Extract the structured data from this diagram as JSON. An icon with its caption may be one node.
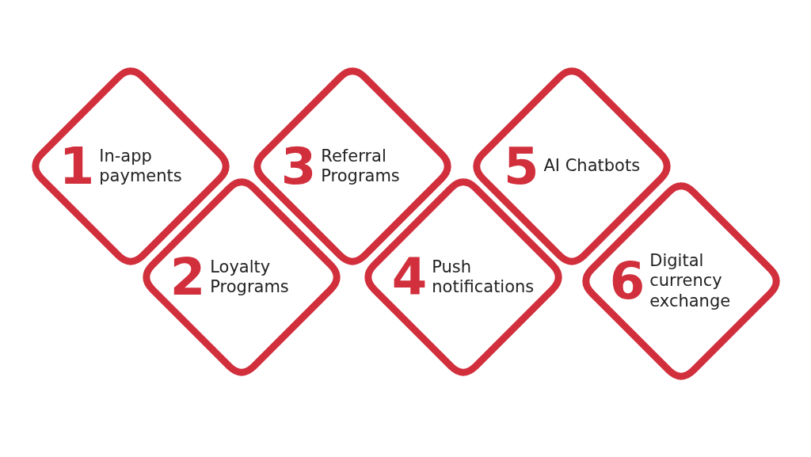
{
  "diagram": {
    "nodes": [
      {
        "text": [
          "1",
          "In-app payments"
        ]
      },
      {
        "text": [
          "2",
          "Loyalty Programs"
        ]
      },
      {
        "text": [
          "3",
          "Referral Programs"
        ]
      },
      {
        "text": [
          "4",
          "Push notifications"
        ]
      },
      {
        "text": [
          "5",
          "AI Chatbots"
        ]
      },
      {
        "text": [
          "6",
          "Digital currency exchange"
        ]
      }
    ]
  }
}
